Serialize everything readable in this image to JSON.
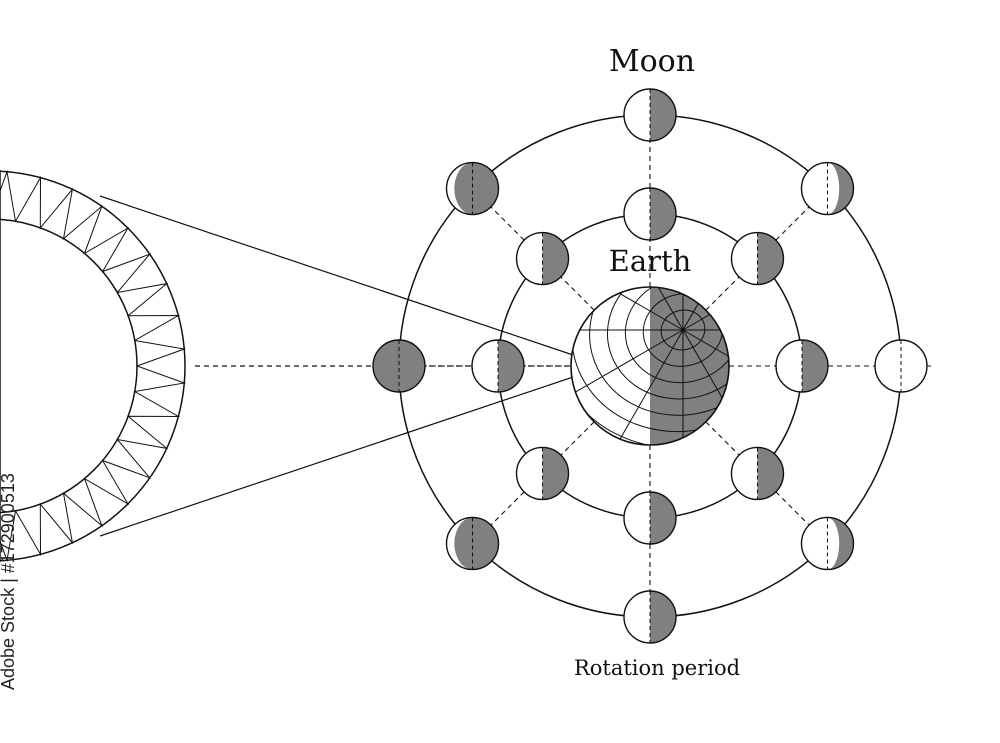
{
  "labels": {
    "moon": "Moon",
    "earth": "Earth",
    "rotation": "Rotation period"
  },
  "watermark": "Adobe Stock | #172900513",
  "colors": {
    "ink": "#111111",
    "shade": "#808080",
    "paper": "#ffffff"
  },
  "moon_phases": {
    "outer_orbit": [
      {
        "position": "top",
        "shading": "right-half"
      },
      {
        "position": "top-right",
        "shading": "right-crescent"
      },
      {
        "position": "right",
        "shading": "none"
      },
      {
        "position": "bottom-right",
        "shading": "right-crescent"
      },
      {
        "position": "bottom",
        "shading": "right-half"
      },
      {
        "position": "bottom-left",
        "shading": "left-gibbous"
      },
      {
        "position": "left",
        "shading": "full"
      },
      {
        "position": "top-left",
        "shading": "left-gibbous"
      }
    ],
    "inner_orbit": [
      {
        "position": "top",
        "shading": "right-half"
      },
      {
        "position": "top-right",
        "shading": "right-half"
      },
      {
        "position": "right",
        "shading": "right-half"
      },
      {
        "position": "bottom-right",
        "shading": "right-half"
      },
      {
        "position": "bottom",
        "shading": "right-half"
      },
      {
        "position": "bottom-left",
        "shading": "right-half"
      },
      {
        "position": "left",
        "shading": "right-half"
      },
      {
        "position": "top-left",
        "shading": "right-half"
      }
    ]
  }
}
